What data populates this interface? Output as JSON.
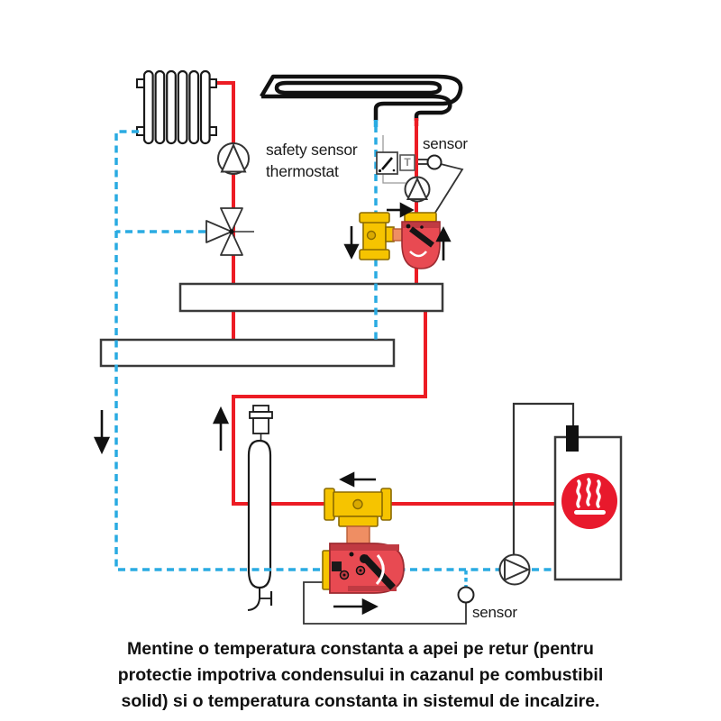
{
  "labels": {
    "safety_thermostat": {
      "line1": "safety sensor",
      "line2": "thermostat"
    },
    "sensor_top": "sensor",
    "sensor_bottom": "sensor",
    "thermostat_box_t": "T"
  },
  "caption": {
    "line1": "Mentine o temperatura constanta a apei pe retur (pentru",
    "line2": "protectie impotriva condensului in cazanul pe combustibil",
    "line3": "solid) si o temperatura constanta in sistemul de incalzire."
  },
  "colors": {
    "hot_supply_pipe": "#ec1c24",
    "cold_return_pipe": "#2aabe2",
    "brass_fitting": "#f6c400",
    "valve_body_red": "#e84a52",
    "nipple_orange": "#ef8e63",
    "boiler_heat_badge": "#e8192c",
    "outline": "#1a1a1a"
  },
  "icons": [
    "radiator-icon",
    "floor-heating-coil-icon",
    "pump-icon",
    "three-way-mixing-valve-icon",
    "thermostatic-valve-icon",
    "brass-tee-icon",
    "air-separator-icon",
    "solid-fuel-boiler-icon",
    "heat-flame-icon",
    "temperature-sensor-icon",
    "safety-thermostat-icon",
    "flow-arrow-icon"
  ]
}
